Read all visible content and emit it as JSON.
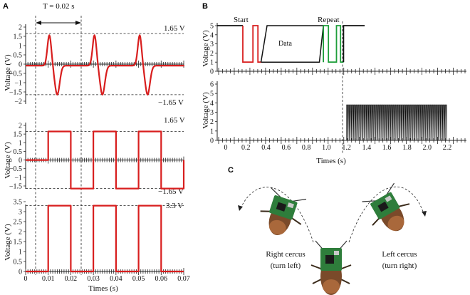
{
  "panels": {
    "a": "A",
    "b": "B",
    "c": "C"
  },
  "chart_data": [
    {
      "type": "line",
      "panel": "A-top",
      "ylabel": "Voltage (V)",
      "yticks": [
        "2",
        "1.5",
        "1",
        "0.5",
        "0",
        "−0.5",
        "−1",
        "−1.5",
        "−2"
      ],
      "ylim": [
        -2,
        2
      ],
      "xlim": [
        0,
        0.07
      ],
      "annotations": [
        "1.65 V",
        "−1.65 V",
        "T = 0.02 s"
      ],
      "period": 0.02,
      "peaks": [
        0.0105,
        0.0305,
        0.0505
      ],
      "amplitude": 1.65,
      "series": [
        {
          "description": "biphasic stimulus pulses"
        }
      ]
    },
    {
      "type": "line",
      "panel": "A-middle",
      "ylabel": "Voltage (V)",
      "yticks": [
        "2",
        "1.5",
        "1",
        "0.5",
        "0",
        "−0.5",
        "−1",
        "−1.5"
      ],
      "ylim": [
        -1.8,
        2
      ],
      "annotations": [
        "1.65 V",
        "−1.65 V"
      ],
      "square": {
        "high": 1.65,
        "low": -1.65,
        "intervals_high": [
          [
            0.01,
            0.02
          ],
          [
            0.03,
            0.04
          ],
          [
            0.05,
            0.06
          ]
        ],
        "intervals_low": [
          [
            0.02,
            0.03
          ],
          [
            0.04,
            0.05
          ],
          [
            0.06,
            0.07
          ]
        ]
      }
    },
    {
      "type": "line",
      "panel": "A-bottom",
      "ylabel": "Voltage (V)",
      "xlabel": "Times (s)",
      "xticks": [
        "0",
        "0.01",
        "0.02",
        "0.03",
        "0.04",
        "0.05",
        "0.06",
        "0.07"
      ],
      "yticks": [
        "0",
        "0.5",
        "1",
        "1.5",
        "2",
        "2.5",
        "3",
        "3.5"
      ],
      "ylim": [
        0,
        3.6
      ],
      "annotations": [
        "3.3 V"
      ],
      "square": {
        "high": 3.3,
        "low": 0,
        "intervals_high": [
          [
            0.01,
            0.02
          ],
          [
            0.03,
            0.04
          ],
          [
            0.05,
            0.06
          ]
        ]
      }
    },
    {
      "type": "line",
      "panel": "B-top",
      "ylabel": "Voltage (V)",
      "yticks": [
        "0",
        "1",
        "2",
        "3",
        "4",
        "5"
      ],
      "ylim": [
        0,
        5.5
      ],
      "annotations": [
        "Start",
        "Data",
        "Repeat"
      ],
      "segments": {
        "start": [
          0.17,
          0.35
        ],
        "data": [
          0.35,
          0.97
        ],
        "repeat": [
          0.97,
          1.17
        ]
      },
      "levels": {
        "high": 5,
        "low": 1
      }
    },
    {
      "type": "line",
      "panel": "B-bottom",
      "ylabel": "Voltage (V)",
      "xlabel": "Times (s)",
      "xticks": [
        "0",
        "0.2",
        "0.4",
        "0.6",
        "0.8",
        "1.0",
        "1.2",
        "1.4",
        "1.6",
        "1.8",
        "2.0",
        "2.2"
      ],
      "yticks": [
        "0",
        "1",
        "2",
        "3",
        "4",
        "5",
        "6"
      ],
      "ylim": [
        0,
        6.6
      ],
      "pulse_train": {
        "start": 1.2,
        "end": 2.2,
        "high": 3.8,
        "low": 0
      }
    }
  ],
  "panel_c": {
    "right_label_1": "Right cercus",
    "right_label_2": "(turn left)",
    "left_label_1": "Left cercus",
    "left_label_2": "(turn right)"
  }
}
